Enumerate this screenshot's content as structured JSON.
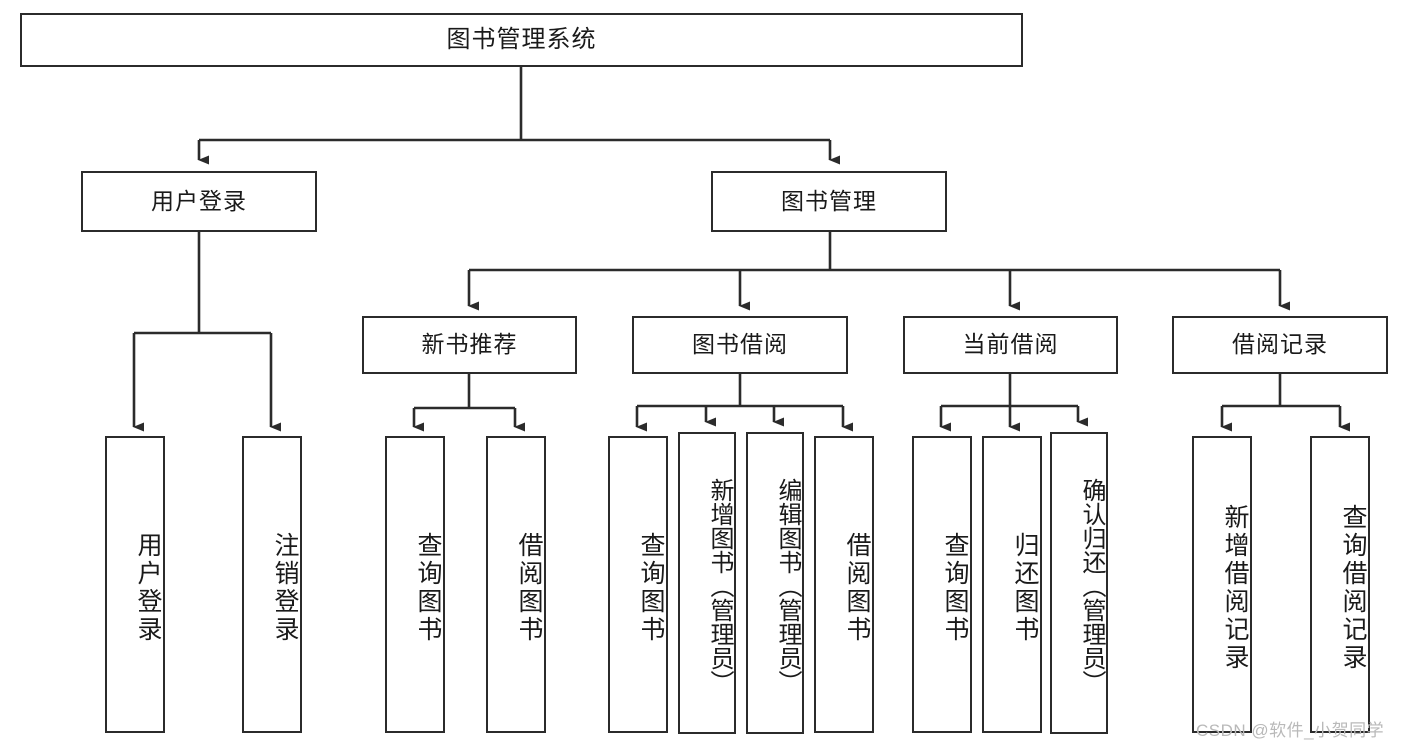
{
  "diagram": {
    "title": "图书管理系统",
    "type": "tree-hierarchy",
    "watermark": "CSDN @软件_小贺同学",
    "colors": {
      "box_border": "#2b2b2b",
      "box_fill": "#ffffff",
      "edge": "#2b2b2b",
      "text": "#1a1a1a",
      "watermark": "#b9b9b9",
      "background": "#ffffff"
    },
    "levels": {
      "root": "图书管理系统",
      "level2": [
        "用户登录",
        "图书管理"
      ],
      "level3": [
        "新书推荐",
        "图书借阅",
        "当前借阅",
        "借阅记录"
      ]
    },
    "nodes": {
      "root": {
        "label": "图书管理系统"
      },
      "user_login": {
        "label": "用户登录"
      },
      "book_manage": {
        "label": "图书管理"
      },
      "new_book_rec": {
        "label": "新书推荐"
      },
      "book_borrow": {
        "label": "图书借阅"
      },
      "current_borrow": {
        "label": "当前借阅"
      },
      "borrow_record": {
        "label": "借阅记录"
      },
      "leaf_user_login": {
        "label": "用户登录"
      },
      "leaf_logout": {
        "label": "注销登录"
      },
      "leaf_query_book_1": {
        "label": "查询图书"
      },
      "leaf_borrow_book_1": {
        "label": "借阅图书"
      },
      "leaf_query_book_2": {
        "label": "查询图书"
      },
      "leaf_add_book": {
        "label": "新增图书（管理员）"
      },
      "leaf_edit_book": {
        "label": "编辑图书（管理员）"
      },
      "leaf_borrow_book_2": {
        "label": "借阅图书"
      },
      "leaf_query_book_3": {
        "label": "查询图书"
      },
      "leaf_return_book": {
        "label": "归还图书"
      },
      "leaf_confirm_return": {
        "label": "确认归还（管理员）"
      },
      "leaf_add_record": {
        "label": "新增借阅记录"
      },
      "leaf_query_record": {
        "label": "查询借阅记录"
      }
    },
    "edges": [
      {
        "from": "root",
        "to": "用户登录"
      },
      {
        "from": "root",
        "to": "图书管理"
      },
      {
        "from": "用户登录",
        "to": "用户登录(叶)"
      },
      {
        "from": "用户登录",
        "to": "注销登录"
      },
      {
        "from": "图书管理",
        "to": "新书推荐"
      },
      {
        "from": "图书管理",
        "to": "图书借阅"
      },
      {
        "from": "图书管理",
        "to": "当前借阅"
      },
      {
        "from": "图书管理",
        "to": "借阅记录"
      },
      {
        "from": "新书推荐",
        "to": "查询图书"
      },
      {
        "from": "新书推荐",
        "to": "借阅图书"
      },
      {
        "from": "图书借阅",
        "to": "查询图书"
      },
      {
        "from": "图书借阅",
        "to": "新增图书（管理员）"
      },
      {
        "from": "图书借阅",
        "to": "编辑图书（管理员）"
      },
      {
        "from": "图书借阅",
        "to": "借阅图书"
      },
      {
        "from": "当前借阅",
        "to": "查询图书"
      },
      {
        "from": "当前借阅",
        "to": "归还图书"
      },
      {
        "from": "当前借阅",
        "to": "确认归还（管理员）"
      },
      {
        "from": "借阅记录",
        "to": "新增借阅记录"
      },
      {
        "from": "借阅记录",
        "to": "查询借阅记录"
      }
    ]
  }
}
